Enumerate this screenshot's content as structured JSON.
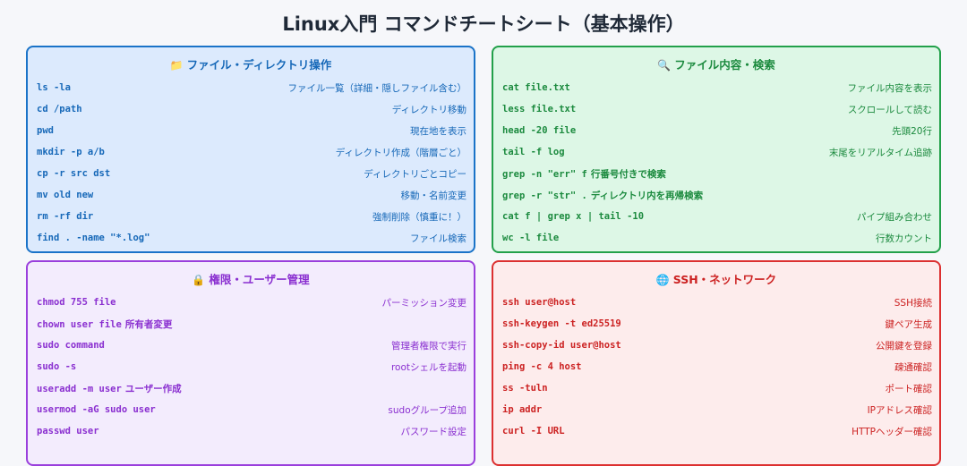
{
  "title": "Linux入門 コマンドチートシート（基本操作）",
  "sections": [
    {
      "id": "files",
      "icon": "folder-icon",
      "icon_glyph": "📁",
      "heading": "ファイル・ディレクトリ操作",
      "rows": [
        {
          "cmd": "ls -la",
          "desc": "ファイル一覧（詳細・隠しファイル含む）"
        },
        {
          "cmd": "cd /path",
          "desc": "ディレクトリ移動"
        },
        {
          "cmd": "pwd",
          "desc": "現在地を表示"
        },
        {
          "cmd": "mkdir -p a/b",
          "desc": "ディレクトリ作成（階層ごと）"
        },
        {
          "cmd": "cp -r src dst",
          "desc": "ディレクトリごとコピー"
        },
        {
          "cmd": "mv old new",
          "desc": "移動・名前変更"
        },
        {
          "cmd": "rm -rf dir",
          "desc": "強制削除（慎重に！）"
        },
        {
          "cmd": "find . -name \"*.log\"",
          "desc": "ファイル検索"
        }
      ]
    },
    {
      "id": "content",
      "icon": "magnifier-icon",
      "icon_glyph": "🔍",
      "heading": "ファイル内容・検索",
      "rows": [
        {
          "cmd": "cat file.txt",
          "desc": "ファイル内容を表示"
        },
        {
          "cmd": "less file.txt",
          "desc": "スクロールして読む"
        },
        {
          "cmd": "head -20 file",
          "desc": "先頭20行"
        },
        {
          "cmd": "tail -f log",
          "desc": "末尾をリアルタイム追跡"
        },
        {
          "cmd": "grep -n \"err\" f",
          "inline": "行番号付きで検索"
        },
        {
          "cmd": "grep -r \"str\" .",
          "inline": "ディレクトリ内を再帰検索"
        },
        {
          "cmd": "cat f | grep x | tail -10",
          "desc": "パイプ組み合わせ"
        },
        {
          "cmd": "wc -l file",
          "desc": "行数カウント"
        }
      ]
    },
    {
      "id": "perm",
      "icon": "lock-icon",
      "icon_glyph": "🔒",
      "heading": "権限・ユーザー管理",
      "rows": [
        {
          "cmd": "chmod 755 file",
          "desc": "パーミッション変更"
        },
        {
          "cmd": "chown user file",
          "inline": "所有者変更"
        },
        {
          "cmd": "sudo command",
          "desc": "管理者権限で実行"
        },
        {
          "cmd": "sudo -s",
          "desc": "rootシェルを起動"
        },
        {
          "cmd": "useradd -m user",
          "inline": "ユーザー作成"
        },
        {
          "cmd": "usermod -aG sudo user",
          "desc": "sudoグループ追加"
        },
        {
          "cmd": "passwd user",
          "desc": "パスワード設定"
        }
      ]
    },
    {
      "id": "ssh",
      "icon": "globe-icon",
      "icon_glyph": "🌐",
      "heading": "SSH・ネットワーク",
      "rows": [
        {
          "cmd": "ssh user@host",
          "desc": "SSH接続"
        },
        {
          "cmd": "ssh-keygen -t ed25519",
          "desc": "鍵ペア生成"
        },
        {
          "cmd": "ssh-copy-id user@host",
          "desc": "公開鍵を登録"
        },
        {
          "cmd": "ping -c 4 host",
          "desc": "疎通確認"
        },
        {
          "cmd": "ss -tuln",
          "desc": "ポート確認"
        },
        {
          "cmd": "ip addr",
          "desc": "IPアドレス確認"
        },
        {
          "cmd": "curl -I URL",
          "desc": "HTTPヘッダー確認"
        }
      ]
    }
  ]
}
